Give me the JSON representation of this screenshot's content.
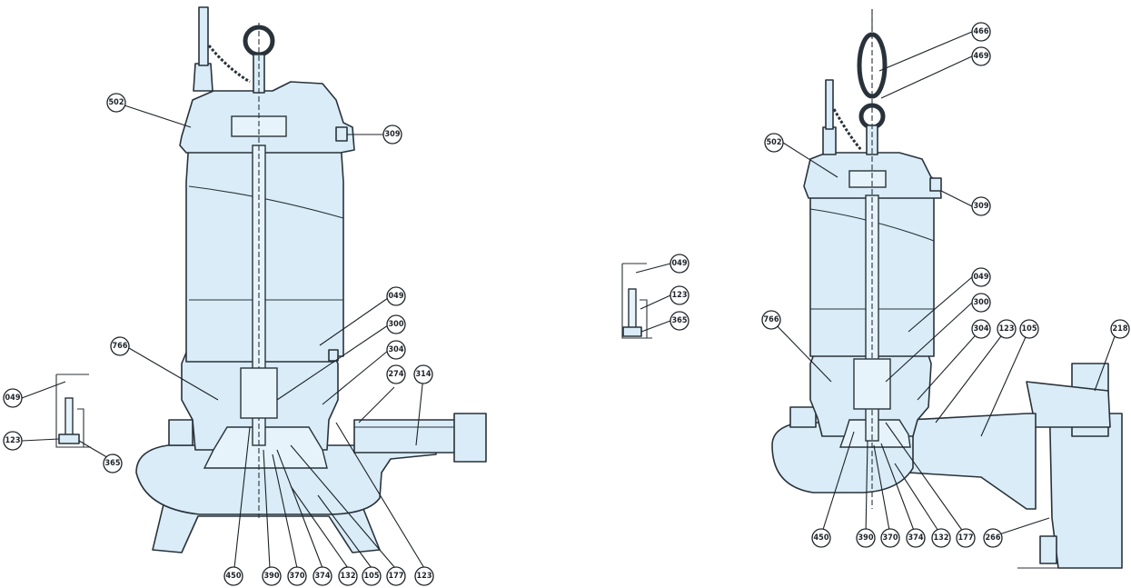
{
  "colors": {
    "body_fill": "#d9ecf7",
    "outline": "#29323a",
    "background": "#ffffff"
  },
  "labels": {
    "left_pump": {
      "l502": "502",
      "l309": "309",
      "l049": "049",
      "l300": "300",
      "l766": "766",
      "l304": "304",
      "l274": "274",
      "l314": "314",
      "l450": "450",
      "l390": "390",
      "l370": "370",
      "l374": "374",
      "l132": "132",
      "l105": "105",
      "l177": "177",
      "l123": "123"
    },
    "left_inset": {
      "l049": "049",
      "l123": "123",
      "l365": "365"
    },
    "middle_inset": {
      "l049": "049",
      "l123": "123",
      "l365": "365"
    },
    "right_pump": {
      "l466": "466",
      "l469": "469",
      "l502": "502",
      "l309": "309",
      "l049": "049",
      "l300": "300",
      "l766": "766",
      "l304": "304",
      "l123": "123",
      "l105": "105",
      "l218": "218",
      "l450": "450",
      "l390": "390",
      "l370": "370",
      "l374": "374",
      "l132": "132",
      "l177": "177",
      "l266": "266"
    }
  }
}
